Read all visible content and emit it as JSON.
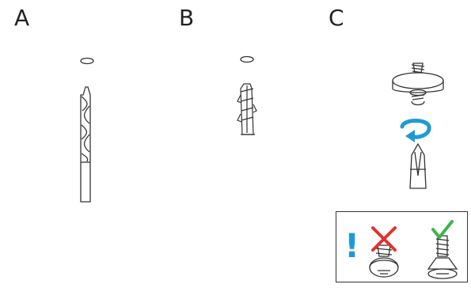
{
  "steps": [
    {
      "id": "A",
      "label": "A",
      "icon": "drill-bit-icon"
    },
    {
      "id": "B",
      "label": "B",
      "icon": "wall-plug-icon"
    },
    {
      "id": "C",
      "label": "C",
      "icon": "screw-with-base-icon"
    }
  ],
  "warning": {
    "symbol": "!",
    "wrong_icon": "pan-head-screw-crossed-icon",
    "right_icon": "countersunk-screw-checked-icon"
  },
  "colors": {
    "rotation_arrow": "#1e9ad6",
    "exclamation": "#1e9ad6",
    "cross": "#e5312d",
    "check": "#3bb54a",
    "line": "#333333"
  }
}
